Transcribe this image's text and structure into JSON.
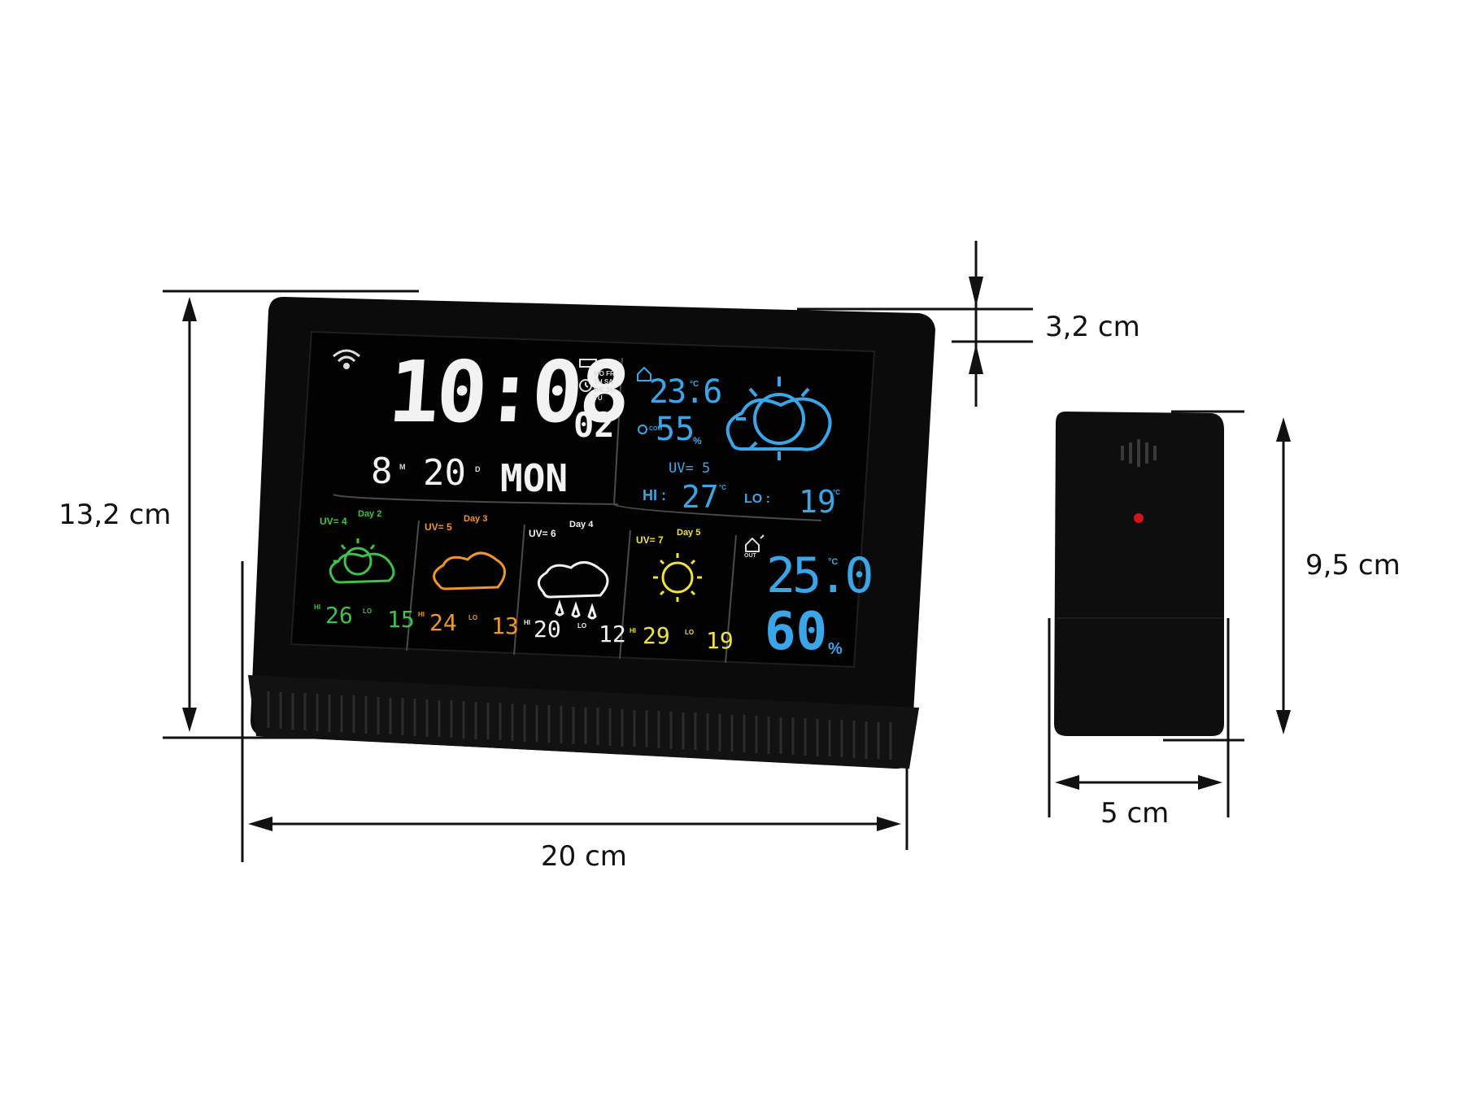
{
  "dimensions": {
    "height_main": "13,2 cm",
    "width_main": "20 cm",
    "depth": "3,2 cm",
    "height_sensor": "9,5 cm",
    "width_sensor": "5 cm"
  },
  "clock": {
    "time": "10:08",
    "seconds": "02",
    "month": "8",
    "month_unit": "M",
    "day": "20",
    "day_unit": "D",
    "weekday": "MON",
    "weekday_grid": "MO FR\nTH SA\nWE SU\nTU"
  },
  "indoor": {
    "temperature": "23.6",
    "temp_unit": "°C",
    "humidity": "55",
    "humidity_unit": "%",
    "comfort_label": "COM"
  },
  "today": {
    "uv_label": "UV= 5",
    "hi_label": "HI :",
    "hi_value": "27",
    "lo_label": "LO :",
    "lo_value": "19",
    "unit": "°C"
  },
  "forecast": [
    {
      "uv": "UV= 4",
      "day": "Day 2",
      "hi_label": "HI",
      "hi": "26",
      "lo_label": "LO",
      "lo": "15",
      "icon": "partly-cloudy-icon",
      "color": "#3ec24a"
    },
    {
      "uv": "UV= 5",
      "day": "Day 3",
      "hi_label": "HI",
      "hi": "24",
      "lo_label": "LO",
      "lo": "13",
      "icon": "cloudy-icon",
      "color": "#f0962a"
    },
    {
      "uv": "UV= 6",
      "day": "Day 4",
      "hi_label": "HI",
      "hi": "20",
      "lo_label": "LO",
      "lo": "12",
      "icon": "rain-icon",
      "color": "#f2f2f2"
    },
    {
      "uv": "UV= 7",
      "day": "Day 5",
      "hi_label": "HI",
      "hi": "29",
      "lo_label": "LO",
      "lo": "19",
      "icon": "sunny-icon",
      "color": "#f2e23a"
    }
  ],
  "outdoor": {
    "temperature": "25.0",
    "temp_unit": "°C",
    "humidity": "60",
    "humidity_unit": "%",
    "out_label": "OUT"
  },
  "colors": {
    "lcd_blue": "#3aa6e8",
    "lcd_white": "#f2f2f2",
    "device_body": "#0d0d0d"
  }
}
